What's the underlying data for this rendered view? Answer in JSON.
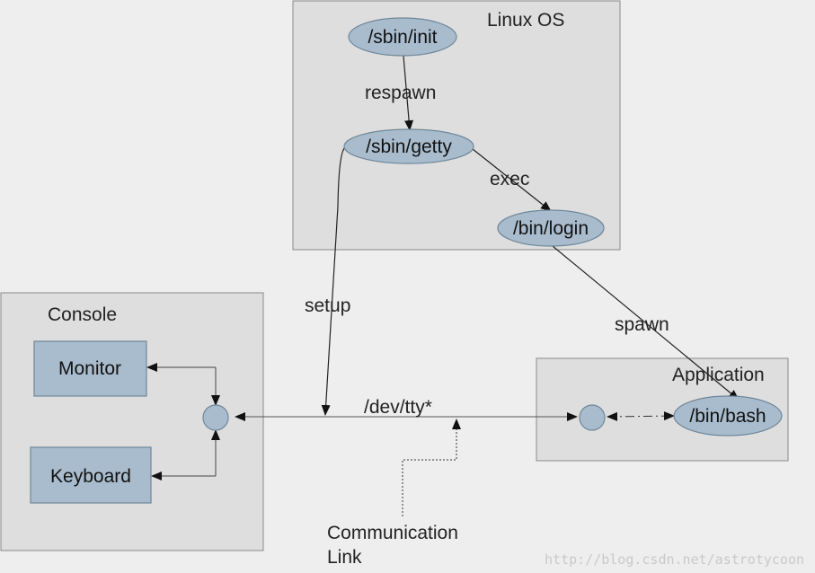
{
  "diagram": {
    "groups": {
      "linux_os": "Linux OS",
      "console": "Console",
      "application": "Application"
    },
    "nodes": {
      "sbin_init": "/sbin/init",
      "sbin_getty": "/sbin/getty",
      "bin_login": "/bin/login",
      "bin_bash": "/bin/bash",
      "monitor": "Monitor",
      "keyboard": "Keyboard"
    },
    "edges": {
      "respawn": "respawn",
      "exec": "exec",
      "setup": "setup",
      "spawn": "spawn",
      "dev_tty": "/dev/tty*"
    },
    "annotations": {
      "comm_link_line1": "Communication",
      "comm_link_line2": "Link"
    },
    "watermark": "http://blog.csdn.net/astrotycoon",
    "colors": {
      "background": "#eeeeee",
      "group_fill": "#dedede",
      "node_fill": "#a9bccd",
      "node_stroke": "#6f8799",
      "line": "#222222"
    }
  }
}
